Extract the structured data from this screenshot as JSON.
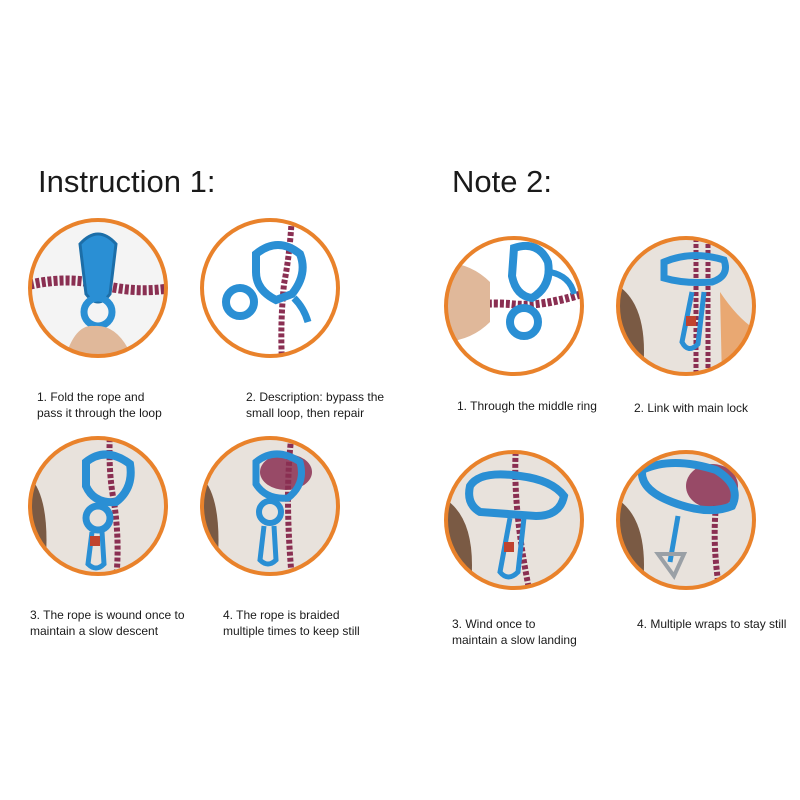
{
  "sections": [
    {
      "heading": "Instruction 1:",
      "steps": [
        {
          "caption": "1. Fold the rope and\npass it through the loop"
        },
        {
          "caption": "2. Description: bypass the\nsmall loop, then repair"
        },
        {
          "caption": "3. The rope is wound once to\nmaintain a slow descent"
        },
        {
          "caption": "4. The rope is braided\nmultiple times to keep still"
        }
      ]
    },
    {
      "heading": "Note 2:",
      "steps": [
        {
          "caption": "1. Through the middle ring"
        },
        {
          "caption": "2. Link with main lock"
        },
        {
          "caption": "3. Wind once to\nmaintain a slow landing"
        },
        {
          "caption": "4. Multiple wraps to stay still"
        }
      ]
    }
  ],
  "colors": {
    "ring": "#e9822b",
    "descender": "#2a8fd4",
    "rope": "#8a2f52",
    "carabiner": "#9aa0a6"
  }
}
